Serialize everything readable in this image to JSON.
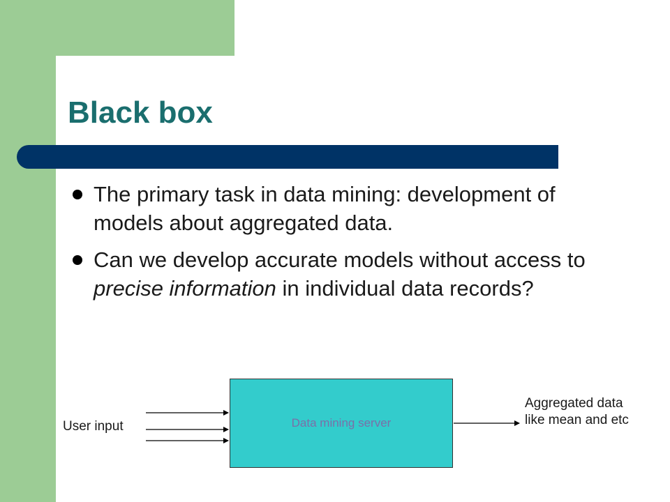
{
  "slide": {
    "title": "Black box",
    "bullets": [
      {
        "text": "The primary task in data mining: development of models about aggregated data."
      },
      {
        "text_before": "Can we develop accurate models without access to ",
        "text_emphasis": "precise information",
        "text_after": " in individual data records?"
      }
    ]
  },
  "diagram": {
    "input_label": "User input",
    "server_label": "Data mining server",
    "output_label": "Aggregated data like mean and etc"
  },
  "colors": {
    "accent_green": "#9ccc95",
    "title_color": "#1a6e6e",
    "title_bar": "#003366",
    "server_fill": "#33cccc",
    "server_text": "#7b6fa8"
  }
}
